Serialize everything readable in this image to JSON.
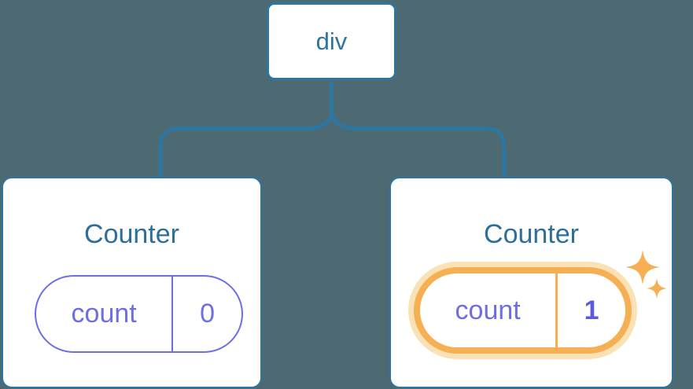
{
  "colors": {
    "bg": "#4D6972",
    "line_blue": "#2D76A1",
    "card_border": "#2D76A1",
    "card_bg": "#FFFFFF",
    "heading_blue": "#2B6F9A",
    "purple": "#6E6EE2",
    "purple_bold": "#5A5AE0",
    "orange": "#F6B054",
    "orange_glow": "#FBE2B6"
  },
  "tree": {
    "root": {
      "label": "div"
    },
    "children": [
      {
        "title": "Counter",
        "state": {
          "key": "count",
          "value": "0"
        },
        "highlighted": false
      },
      {
        "title": "Counter",
        "state": {
          "key": "count",
          "value": "1"
        },
        "highlighted": true,
        "icon": "sparkle-icon"
      }
    ]
  }
}
